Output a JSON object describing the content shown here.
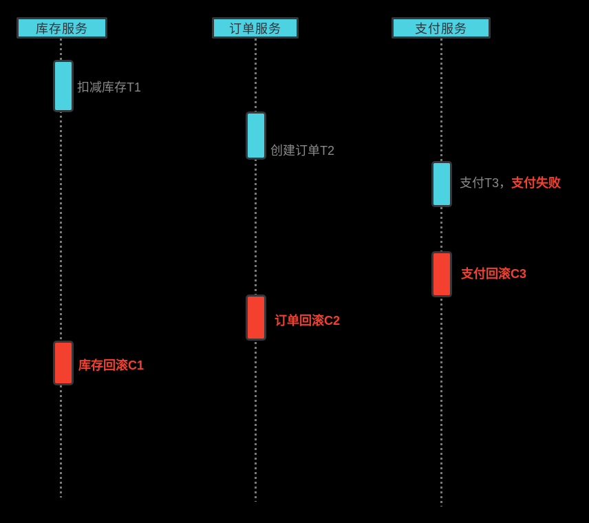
{
  "diagram": {
    "title": "saga-compensation-sequence",
    "background": "#000000",
    "colors": {
      "action_fill": "#4dd2e2",
      "compensation_fill": "#f4402f",
      "shape_border": "#34383b",
      "header_text": "#2f3439",
      "label_gray": "#8a8a8a",
      "label_red": "#f4402f",
      "lifeline_dots": "#7a7a7a"
    },
    "lifelines": [
      {
        "id": "inventory",
        "label": "库存服务"
      },
      {
        "id": "order",
        "label": "订单服务"
      },
      {
        "id": "payment",
        "label": "支付服务"
      }
    ],
    "activations": [
      {
        "lifeline": "inventory",
        "type": "action",
        "label": "扣减库存T1"
      },
      {
        "lifeline": "order",
        "type": "action",
        "label": "创建订单T2"
      },
      {
        "lifeline": "payment",
        "type": "action",
        "label": "支付T3，",
        "label_alert": "支付失败"
      },
      {
        "lifeline": "payment",
        "type": "compensation",
        "label": "支付回滚C3"
      },
      {
        "lifeline": "order",
        "type": "compensation",
        "label": "订单回滚C2"
      },
      {
        "lifeline": "inventory",
        "type": "compensation",
        "label": "库存回滚C1"
      }
    ]
  }
}
